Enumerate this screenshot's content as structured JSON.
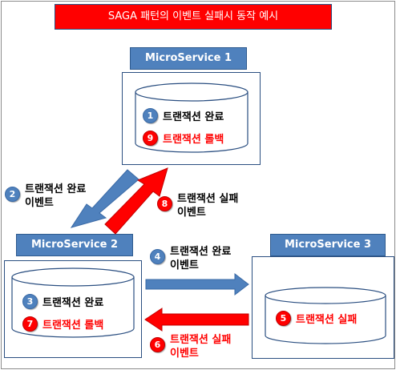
{
  "title": "SAGA 패턴의 이벤트 실패시 동작 예시",
  "colors": {
    "title_bg": "#ff0000",
    "label_bg": "#4f81bd",
    "badge_blue": "#4f81bd",
    "badge_red": "#ff0000",
    "arrow_blue": "#4f81bd",
    "arrow_red": "#ff0000"
  },
  "services": {
    "ms1": {
      "label": "MicroService 1",
      "steps": [
        {
          "num": "1",
          "text": "트랜잭션 완료",
          "color": "blue"
        },
        {
          "num": "9",
          "text": "트랜잭션 롤백",
          "color": "red"
        }
      ]
    },
    "ms2": {
      "label": "MicroService 2",
      "steps": [
        {
          "num": "3",
          "text": "트랜잭션 완료",
          "color": "blue"
        },
        {
          "num": "7",
          "text": "트랜잭션 롤백",
          "color": "red"
        }
      ]
    },
    "ms3": {
      "label": "MicroService 3",
      "steps": [
        {
          "num": "5",
          "text": "트랜잭션 실패",
          "color": "red"
        }
      ]
    }
  },
  "events": [
    {
      "num": "2",
      "line1": "트랜잭션 완료",
      "line2": "이벤트",
      "color": "blue"
    },
    {
      "num": "8",
      "line1": "트랜잭션 실패",
      "line2": "이벤트",
      "color": "red"
    },
    {
      "num": "4",
      "line1": "트랜잭션 완료",
      "line2": "이벤트",
      "color": "blue"
    },
    {
      "num": "6",
      "line1": "트랜잭션 실패",
      "line2": "이벤트",
      "color": "red"
    }
  ]
}
